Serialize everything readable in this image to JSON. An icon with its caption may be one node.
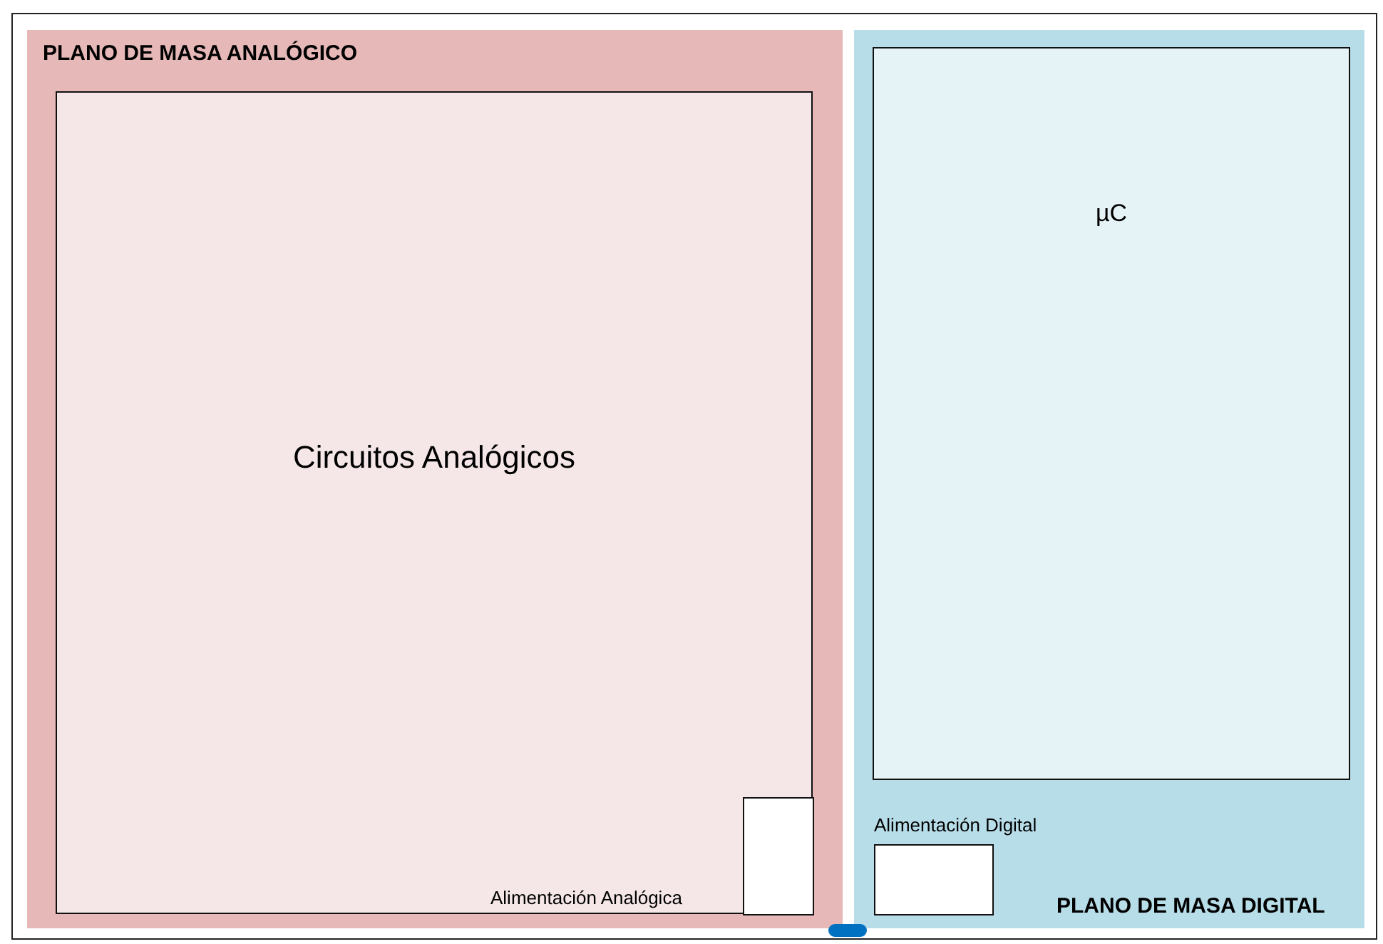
{
  "diagram": {
    "nodes": [
      {
        "text": [],
        "shape": "box"
      },
      {
        "text": [
          "PLANO DE MASA ANALÓGICO"
        ],
        "in": 0
      },
      {
        "text": [
          "Circuitos Analógicos"
        ],
        "in": 1
      },
      {
        "text": [],
        "shape": "box",
        "in": 2,
        "beside": [
          "Alimentación Analógica"
        ]
      },
      {
        "text": [
          "PLANO DE MASA DIGITAL"
        ],
        "in": 0
      },
      {
        "text": [
          "µC"
        ],
        "in": 4
      },
      {
        "text": [],
        "shape": "box",
        "in": 4,
        "beside": [
          "Alimentación Digital"
        ]
      },
      {
        "text": [],
        "shape": "bar",
        "in": 0
      }
    ],
    "edges": []
  }
}
